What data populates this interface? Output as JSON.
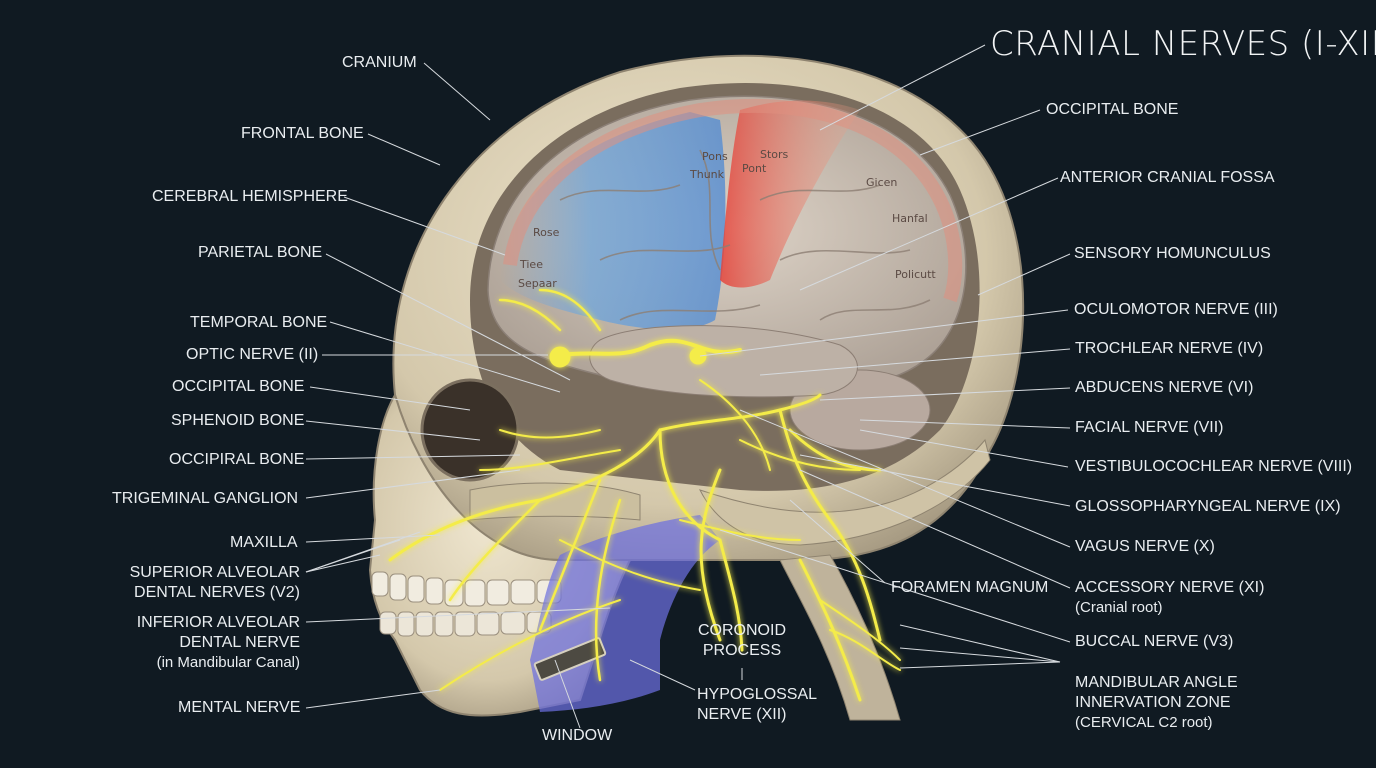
{
  "title": "CRANIAL NERVES (I-XII)",
  "labels_left": {
    "cranium": "CRANIUM",
    "frontal_bone": "FRONTAL BONE",
    "cerebral_hemisphere": "CEREBRAL HEMISPHERE",
    "parietal_bone": "PARIETAL BONE",
    "temporal_bone": "TEMPORAL BONE",
    "optic_nerve": "OPTIC NERVE (II)",
    "occipital_bone": "OCCIPITAL BONE",
    "sphenoid_bone": "SPHENOID BONE",
    "occipiral_bone": "OCCIPIRAL BONE",
    "trigeminal_ganglion": "TRIGEMINAL GANGLION",
    "maxilla": "MAXILLA",
    "superior_alveolar_1": "SUPERIOR ALVEOLAR",
    "superior_alveolar_2": "DENTAL NERVES (V2)",
    "inferior_alveolar_1": "INFERIOR ALVEOLAR",
    "inferior_alveolar_2": "DENTAL NERVE",
    "inferior_alveolar_3": "(in Mandibular Canal)",
    "mental_nerve": "MENTAL NERVE"
  },
  "labels_right": {
    "occipital_bone": "OCCIPITAL BONE",
    "anterior_cranial_fossa": "ANTERIOR CRANIAL FOSSA",
    "sensory_homunculus": "SENSORY HOMUNCULUS",
    "oculomotor": "OCULOMOTOR NERVE (III)",
    "trochlear": "TROCHLEAR NERVE (IV)",
    "abducens": "ABDUCENS NERVE (VI)",
    "facial": "FACIAL NERVE (VII)",
    "vestibulocochlear": "VESTIBULOCOCHLEAR NERVE (VIII)",
    "glossopharyngeal": "GLOSSOPHARYNGEAL NERVE (IX)",
    "vagus": "VAGUS NERVE (X)",
    "accessory": "ACCESSORY NERVE (XI)",
    "accessory_sub": "(Cranial root)",
    "buccal": "BUCCAL NERVE (V3)",
    "mandibular_1": "MANDIBULAR ANGLE",
    "mandibular_2": "INNERVATION ZONE",
    "mandibular_3": "(CERVICAL C2 root)"
  },
  "labels_bottom": {
    "foramen_magnum": "FORAMEN MAGNUM",
    "coronoid_1": "CORONOID",
    "coronoid_2": "PROCESS",
    "hypoglossal_1": "HYPOGLOSSAL",
    "hypoglossal_2": "NERVE (XII)",
    "window": "WINDOW"
  },
  "homunculus_words": [
    "Pons",
    "Thunk",
    "Rose",
    "Tiee",
    "Sepaar",
    "Stors",
    "Pont",
    "Policutt",
    "Hanfal",
    "Gicen"
  ],
  "colors": {
    "background": "#101a22",
    "bone": "#d8cdb3",
    "brain": "#c9beb2",
    "nerve": "#f4ec4a",
    "motor_strip": "#e0553f",
    "sensory_strip": "#5a9ad6",
    "mandible_overlay": "#6c6fe0",
    "label_text": "#e9edf0",
    "leader_line": "#d6dade"
  }
}
